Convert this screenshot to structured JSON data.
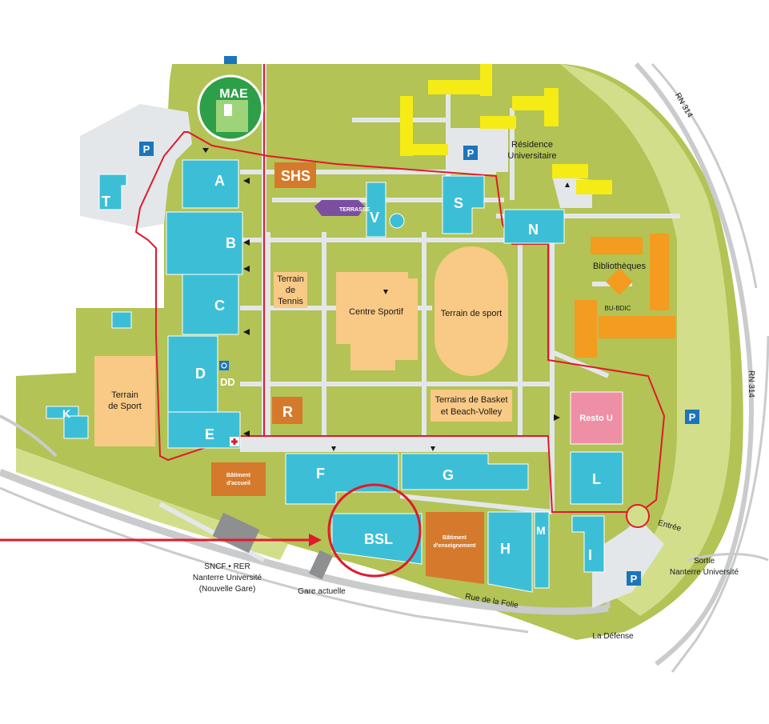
{
  "buildings": {
    "mae": "MAE",
    "shs": "SHS",
    "a": "A",
    "b": "B",
    "c": "C",
    "d": "D",
    "dd": "DD",
    "e": "E",
    "f": "F",
    "g": "G",
    "h": "H",
    "i": "I",
    "k": "K",
    "l": "L",
    "m": "M",
    "n": "N",
    "s": "S",
    "t": "T",
    "v": "V",
    "r": "R",
    "bsl": "BSL"
  },
  "labels": {
    "terrasse": "TERRASSE",
    "tennis": [
      "Terrain",
      "de",
      "Tennis"
    ],
    "centre_sportif": "Centre Sportif",
    "terrain_sport_center": "Terrain de sport",
    "terrain_sport_left": [
      "Terrain",
      "de Sport"
    ],
    "basket": [
      "Terrains de Basket",
      "et Beach-Volley"
    ],
    "bibliotheques": "Bibliothèques",
    "bu_bdic": "BU-BDIC",
    "residence": [
      "Résidence",
      "Universitaire"
    ],
    "resto": "Resto U",
    "batiment_accueil": [
      "Bâtiment",
      "d'accueil"
    ],
    "batiment_enseignement": [
      "Bâtiment",
      "d'enseignement"
    ],
    "sncf": [
      "SNCF • RER",
      "Nanterre Université",
      "(Nouvelle Gare)"
    ],
    "gare_actuelle": "Gare actuelle",
    "rue_folie": "Rue de la Folie",
    "la_defense": "La Défense",
    "sortie": [
      "Sortie",
      "Nanterre Université"
    ],
    "entree": "Entrée",
    "rn314_top": "RN 314",
    "rn314_right": "RN 314",
    "parking": "P"
  },
  "colors": {
    "grass": "#b3c355",
    "grass_light": "#d3de8b",
    "paths": "#e4e7e9",
    "building_blue": "#3cbfd6",
    "orange": "#f39c1f",
    "brown": "#d57a2c",
    "yellow": "#f5ec15",
    "sand": "#f9c986",
    "pink": "#ef8fa6",
    "red_route": "#e0192d",
    "parking_blue": "#1b75bb",
    "purple": "#7b4fa0",
    "mae_green": "#2d9f48"
  },
  "icons": [
    "parking-icon",
    "accessibility-icon",
    "first-aid-icon",
    "arrow-marker-icon",
    "location-pointer-arrow",
    "highlight-circle"
  ]
}
